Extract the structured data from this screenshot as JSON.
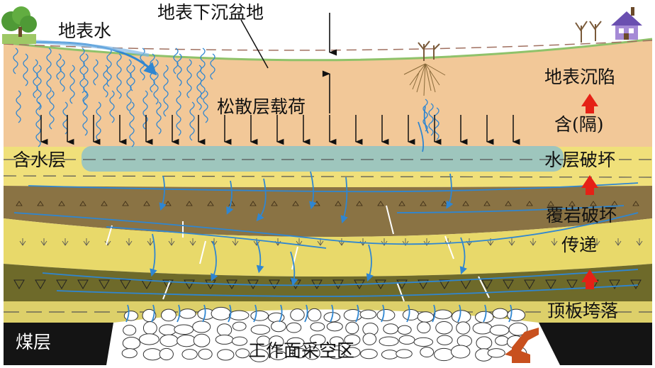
{
  "labels": {
    "surface_water": "地表水",
    "subsidence_basin": "地表下沉盆地",
    "loose_layer_load": "松散层载荷",
    "aquifer": "含水层",
    "surface_subsidence": "地表沉陷",
    "aquifer_damage_line1": "含(隔)",
    "aquifer_damage_line2": "水层破坏",
    "overburden_damage_line1": "覆岩破坏",
    "overburden_damage_line2": "传递",
    "roof_collapse": "顶板垮落",
    "coal_seam": "煤层",
    "goaf": "工作面采空区"
  },
  "colors": {
    "sky": "#ffffff",
    "loose_layer": "#f2c898",
    "surface_line": "#8fc26a",
    "aquifer_band": "#f0e07a",
    "water_lens": "#8fc1c9",
    "rock_dark": "#8a7344",
    "rock_yellow": "#e8d96a",
    "rock_olive": "#6e6a2a",
    "roof_yellow": "#ddd06a",
    "coal": "#141414",
    "goaf": "#ffffff",
    "water": "#2f86d1",
    "arrow_black": "#111111",
    "arrow_red": "#e52116",
    "excavator": "#c8501e"
  },
  "icons": [
    "tree-icon",
    "house-icon",
    "bare-tree-icon",
    "roots-icon",
    "excavator-icon",
    "red-up-arrow-icon"
  ]
}
